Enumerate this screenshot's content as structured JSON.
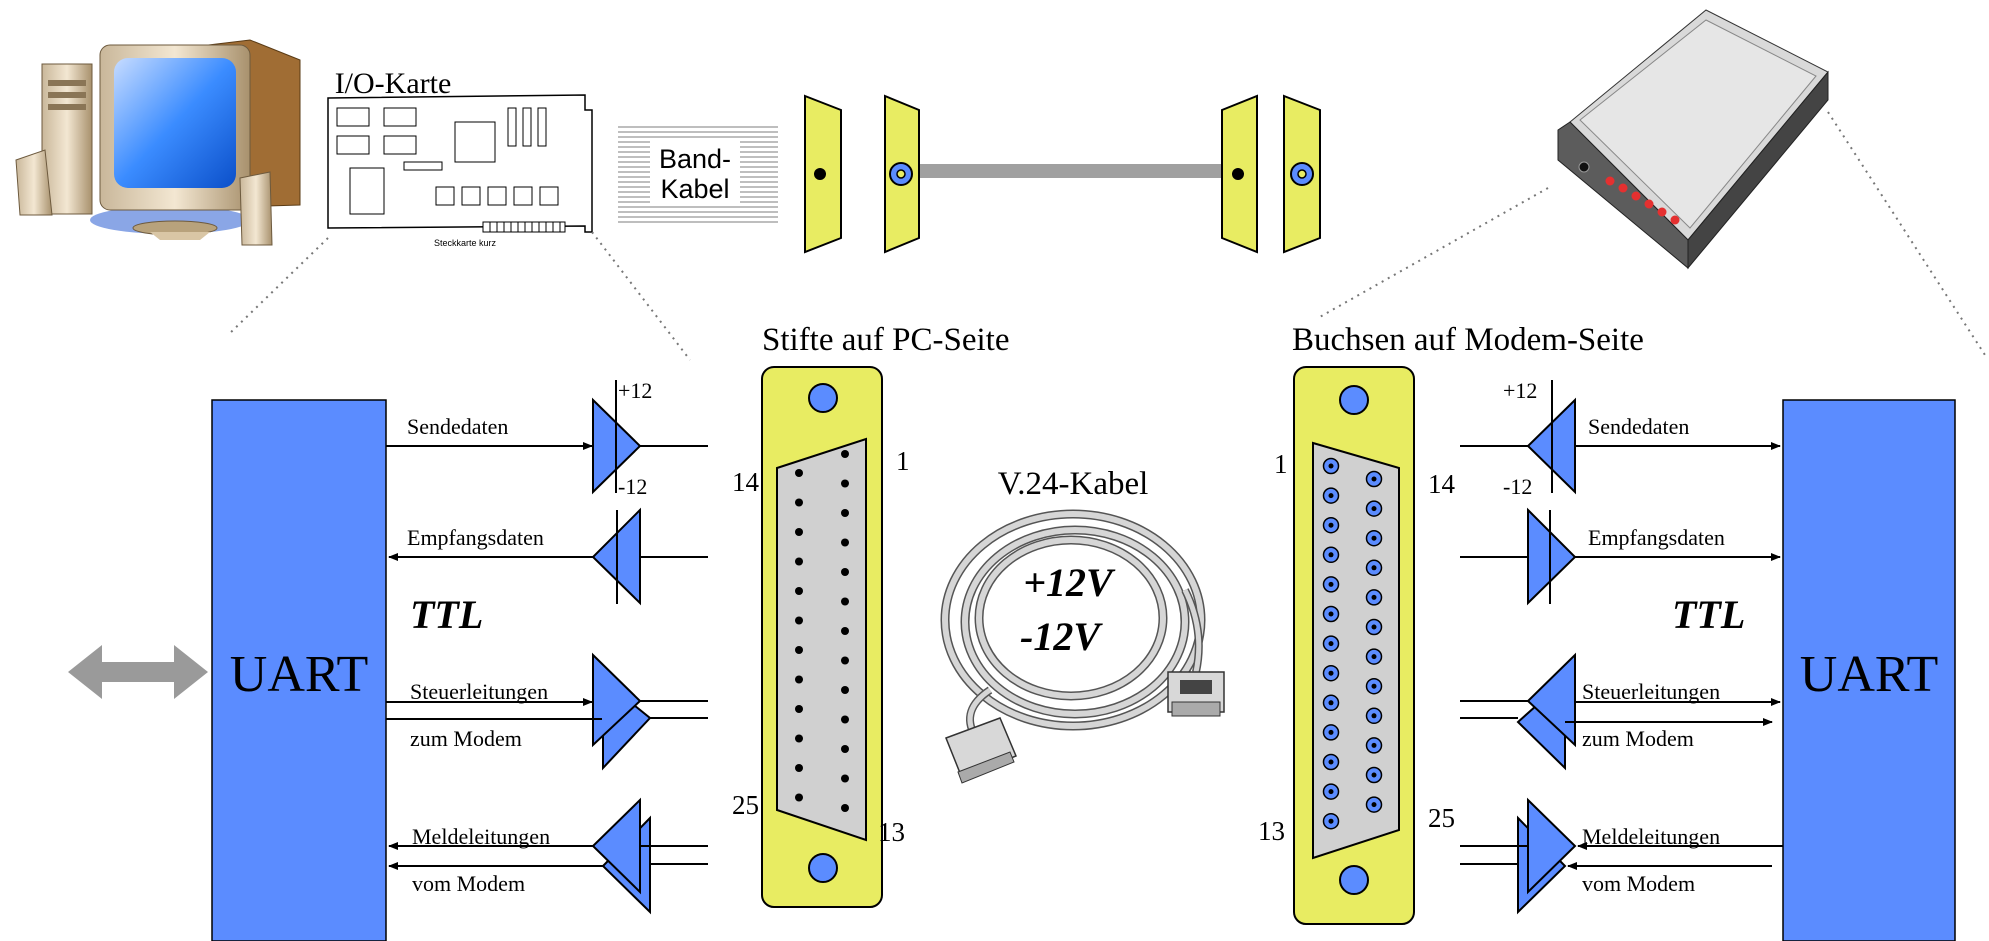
{
  "labels": {
    "io_card": "I/O-Karte",
    "card_caption": "Steckkarte kurz",
    "ribbon_line1": "Band-",
    "ribbon_line2": "Kabel",
    "pc_side_title": "Stifte auf PC-Seite",
    "modem_side_title": "Buchsen auf Modem-Seite",
    "cable_title": "V.24-Kabel",
    "plus12v": "+12V",
    "minus12v": "-12V"
  },
  "left_panel": {
    "uart": "UART",
    "ttl": "TTL",
    "plus12": "+12",
    "minus12": "-12",
    "signals": {
      "send": "Sendedaten",
      "receive": "Empfangsdaten",
      "control1": "Steuerleitungen",
      "control2": "zum Modem",
      "status1": "Meldeleitungen",
      "status2": "vom Modem"
    }
  },
  "right_panel": {
    "uart": "UART",
    "ttl": "TTL",
    "plus12": "+12",
    "minus12": "-12",
    "signals": {
      "send": "Sendedaten",
      "receive": "Empfangsdaten",
      "control1": "Steuerleitungen",
      "control2": "zum Modem",
      "status1": "Meldeleitungen",
      "status2": "vom Modem"
    }
  },
  "pc_connector": {
    "pin_top_left": "14",
    "pin_top_right": "1",
    "pin_bottom_left": "25",
    "pin_bottom_right": "13"
  },
  "modem_connector": {
    "pin_top_left": "1",
    "pin_top_right": "14",
    "pin_bottom_left": "13",
    "pin_bottom_right": "25"
  },
  "colors": {
    "uart_blue": "#5b8cff",
    "driver_blue": "#5b8cff",
    "connector_yellow": "#e8ec62",
    "connector_gray": "#d0d0d0",
    "arrow_gray": "#9a9a9a"
  },
  "icons": [
    "computer-icon",
    "modem-icon",
    "coiled-cable-icon"
  ]
}
